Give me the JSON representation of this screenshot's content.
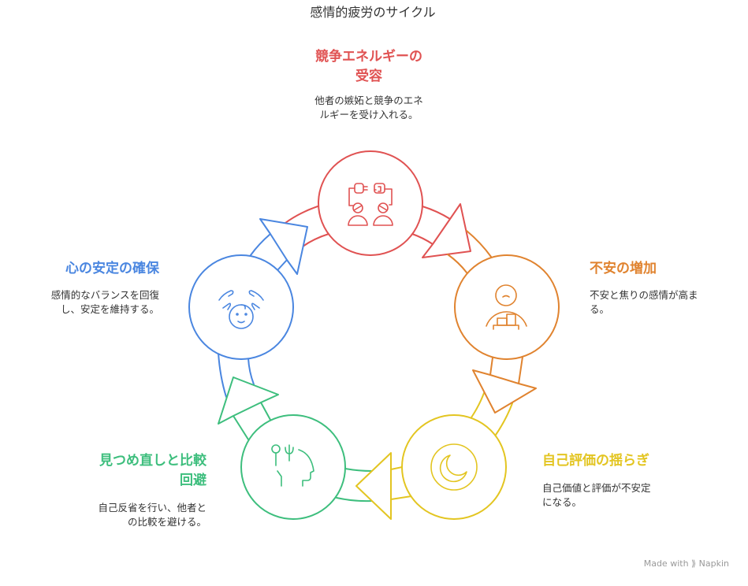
{
  "title": "感情的疲労のサイクル",
  "colors": {
    "red": "#E05252",
    "orange": "#E0832F",
    "yellow": "#E3C521",
    "green": "#3DBE7D",
    "blue": "#4A86E0"
  },
  "steps": [
    {
      "title1": "競争エネルギーの",
      "title2": "受容",
      "desc1": "他者の嫉妬と競争のエネ",
      "desc2": "ルギーを受け入れる。",
      "icon": "plug-people-icon"
    },
    {
      "title1": "不安の増加",
      "desc1": "不安と焦りの感情が高ま",
      "desc2": "る。",
      "icon": "worried-person-icon"
    },
    {
      "title1": "自己評価の揺らぎ",
      "desc1": "自己価値と評価が不安定",
      "desc2": "になる。",
      "icon": "moon-icon"
    },
    {
      "title1": "見つめ直しと比較",
      "title2": "回避",
      "desc1": "自己反省を行い、他者と",
      "desc2": "の比較を避ける。",
      "icon": "head-reflection-icon"
    },
    {
      "title1": "心の安定の確保",
      "desc1": "感情的なバランスを回復",
      "desc2": "し、安定を維持する。",
      "icon": "calm-face-hands-icon"
    }
  ],
  "footer": "Made with ⟫ Napkin"
}
